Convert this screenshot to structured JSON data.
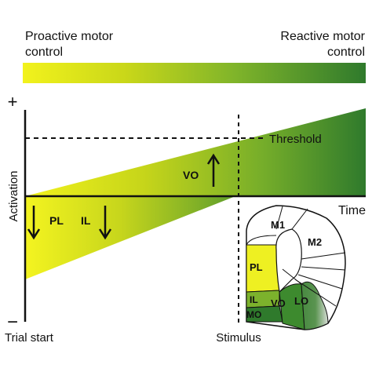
{
  "top_labels": {
    "proactive_line1": "Proactive motor",
    "proactive_line2": "control",
    "reactive_line1": "Reactive motor",
    "reactive_line2": "control"
  },
  "axes": {
    "y_label": "Activation",
    "y_plus": "+",
    "y_minus": "−",
    "x_label": "Time",
    "x_start": "Trial start",
    "x_stimulus": "Stimulus",
    "threshold": "Threshold"
  },
  "regions": {
    "vo": "VO",
    "pl": "PL",
    "il": "IL"
  },
  "brain_labels": {
    "m1": "M1",
    "m2": "M2",
    "pl": "PL",
    "il": "IL",
    "mo": "MO",
    "vo": "VO",
    "lo": "LO"
  },
  "colors": {
    "proactive": "#f2f21c",
    "reactive": "#2f7a2c"
  }
}
